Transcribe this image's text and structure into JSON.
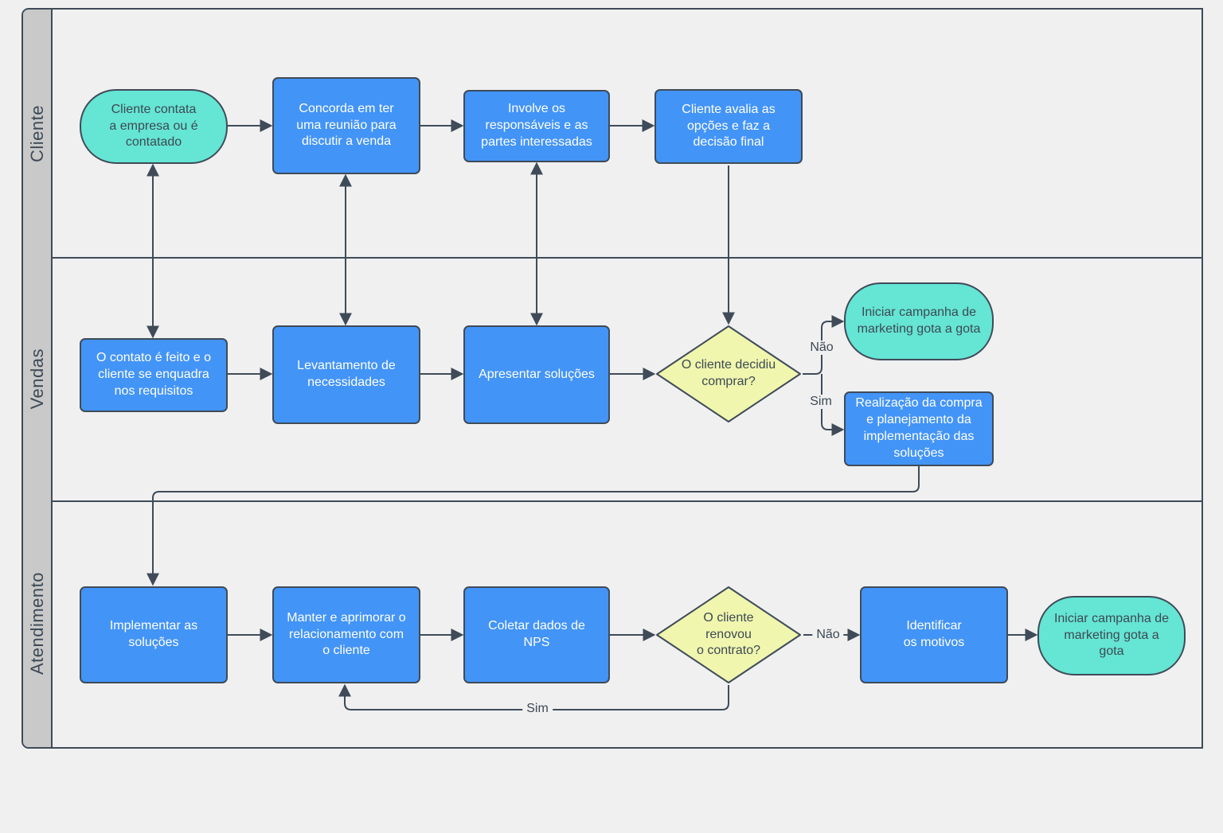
{
  "colors": {
    "background": "#f0f0f1",
    "lane_strip": "#c9c9ca",
    "stroke": "#3f4b58",
    "process_fill": "#4394f7",
    "terminator_fill": "#65e5d4",
    "decision_fill": "#f0f6ae",
    "text_light": "#ffffff",
    "text_dark": "#3d4954"
  },
  "lanes": {
    "cliente": "Cliente",
    "vendas": "Vendas",
    "atendimento": "Atendimento"
  },
  "nodes": {
    "cliente_contata": "Cliente contata\na empresa ou é\ncontatado",
    "concorda_reuniao": "Concorda em ter\numa reunião para\ndiscutir a venda",
    "involve_responsaveis": "Involve os\nresponsáveis e as\npartes interessadas",
    "cliente_avalia": "Cliente avalia as\nopções e faz a\ndecisão final",
    "contato_feito": "O contato é feito e o\ncliente se enquadra\nnos requisitos",
    "levantamento": "Levantamento de\nnecessidades",
    "apresentar_solucoes": "Apresentar soluções",
    "decidiu_comprar": "O cliente decidiu\ncomprar?",
    "campanha_gota_vendas": "Iniciar campanha de\nmarketing gota a gota",
    "realizacao_compra": "Realização da compra\ne planejamento da\nimplementação das\nsoluções",
    "implementar_solucoes": "Implementar as\nsoluções",
    "manter_relacionamento": "Manter e aprimorar o\nrelacionamento com\no cliente",
    "coletar_nps": "Coletar dados de\nNPS",
    "renovou_contrato": "O cliente\nrenovou\no contrato?",
    "identificar_motivos": "Identificar\nos motivos",
    "campanha_gota_atendimento": "Iniciar campanha de\nmarketing gota a\ngota"
  },
  "edge_labels": {
    "decidiu_nao": "Não",
    "decidiu_sim": "Sim",
    "renovou_nao": "Não",
    "renovou_sim": "Sim"
  }
}
